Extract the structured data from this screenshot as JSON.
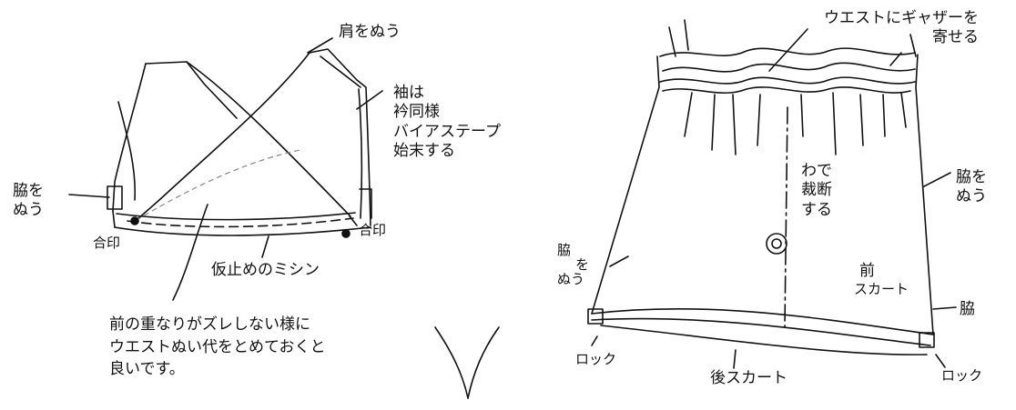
{
  "colors": {
    "ink": "#111111",
    "background": "#ffffff"
  },
  "left_figure": {
    "shoulder": "肩をぬう",
    "sleeve_lines": [
      "袖は",
      "衿同様",
      "バイアステープ",
      "始末する"
    ],
    "side_seam_lines": [
      "脇を",
      "ぬう"
    ],
    "match_mark_left": "合印",
    "match_mark_right": "合印",
    "basting": "仮止めのミシン",
    "note_lines": [
      "前の重なりがズレしない様に",
      "ウエストぬい代をとめておくと",
      "良いです。"
    ]
  },
  "right_figure": {
    "gather_lines": [
      "ウエストにギャザーを",
      "寄せる"
    ],
    "fold_lines": [
      "わで",
      "裁断",
      "する"
    ],
    "side_seam_right_lines": [
      "脇を",
      "ぬう"
    ],
    "side_seam_left_lines": [
      "脇",
      "を",
      "ぬう"
    ],
    "front_skirt_lines": [
      "前",
      "スカート"
    ],
    "side_label": "脇",
    "serge_left": "ロック",
    "serge_right": "ロック",
    "back_skirt": "後スカート"
  }
}
